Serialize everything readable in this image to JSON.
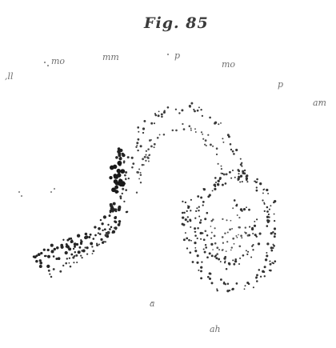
{
  "figure": {
    "title": "Fig. 85",
    "labels": {
      "ll": ",ll",
      "mo_left": "mo",
      "mm": "mm",
      "p_top": "p",
      "mo_right": "mo",
      "p_right": "p",
      "am": "am",
      "a": "a",
      "ah": "ah"
    }
  }
}
